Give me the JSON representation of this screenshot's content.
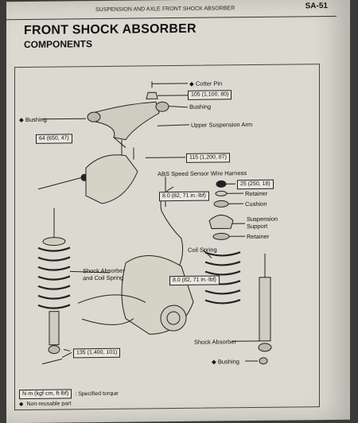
{
  "header": {
    "section": "SUSPENSION AND AXLE",
    "subsection": "FRONT SHOCK ABSORBER",
    "page_code": "SA-51"
  },
  "title": "FRONT SHOCK ABSORBER",
  "subtitle": "COMPONENTS",
  "labels": {
    "cotter_pin": "Cotter Pin",
    "bushing_top": "Bushing",
    "bushing_left": "Bushing",
    "upper_arm": "Upper Suspension Arm",
    "abs_harness": "ABS Speed Sensor Wire Harness",
    "retainer_top": "Retainer",
    "cushion": "Cushion",
    "susp_support": "Suspension Support",
    "retainer_bottom": "Retainer",
    "coil_spring": "Coil Spring",
    "shock_coil": "Shock Absorber and Coil Spring",
    "shock_absorber": "Shock Absorber",
    "bushing_bottom": "Bushing"
  },
  "torques": {
    "t105": "105 (1,100, 80)",
    "t64": "64 (650, 47)",
    "t115": "115 (1,200, 87)",
    "t8a": "8.0 (82, 71 in.·lbf)",
    "t25": "25 (250, 18)",
    "t8b": "8.0 (82, 71 in.·lbf)",
    "t135": "135 (1,400, 101)"
  },
  "legend": {
    "torque_box": "N·m (kgf·cm, ft·lbf)",
    "torque_desc": ": Specified torque",
    "nonreusable": "Non-reusable part"
  }
}
